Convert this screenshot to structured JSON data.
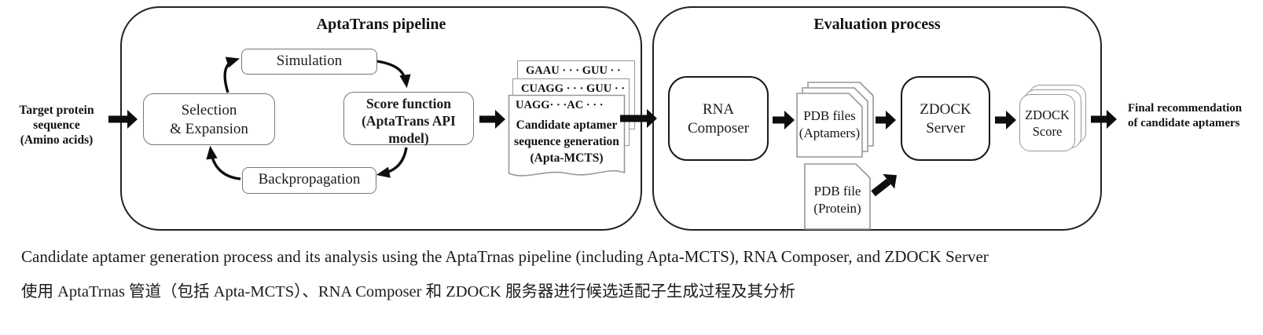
{
  "input_label": {
    "lines": [
      "Target protein",
      "sequence",
      "(Amino acids)"
    ]
  },
  "pipeline": {
    "title": "AptaTrans pipeline",
    "simulation": "Simulation",
    "selection_lines": [
      "Selection",
      "& Expansion"
    ],
    "score_lines": [
      "Score function",
      "(AptaTrans API",
      "model)"
    ],
    "backpropagation": "Backpropagation",
    "output_stack": {
      "page_back_seq": "GAAU · · · GUU · ·",
      "page_mid_seq": "CUAGG · · · GUU · ·",
      "page_front_seq": "UAGG· · ·AC · · ·",
      "front_label_lines": [
        "Candidate aptamer",
        "sequence generation",
        "(Apta-MCTS)"
      ]
    }
  },
  "evaluation": {
    "title": "Evaluation process",
    "rna_composer_lines": [
      "RNA",
      "Composer"
    ],
    "pdb_files_lines": [
      "PDB files",
      "(Aptamers)"
    ],
    "zdock_server_lines": [
      "ZDOCK",
      "Server"
    ],
    "zdock_score_lines": [
      "ZDOCK",
      "Score"
    ],
    "pdb_protein_lines": [
      "PDB file",
      "(Protein)"
    ]
  },
  "output_label": {
    "lines": [
      "Final recommendation",
      "of  candidate aptamers"
    ]
  },
  "caption": {
    "english": "Candidate aptamer generation process and its analysis using the AptaTrnas pipeline (including Apta-MCTS), RNA Composer, and ZDOCK Server",
    "chinese": "使用 AptaTrnas 管道（包括 Apta-MCTS）、RNA Composer 和 ZDOCK 服务器进行候选适配子生成过程及其分析"
  },
  "colors": {
    "ink": "#0d0d0d",
    "container_border": "#222222",
    "light_box_border": "#777777",
    "page_border": "#979797"
  }
}
